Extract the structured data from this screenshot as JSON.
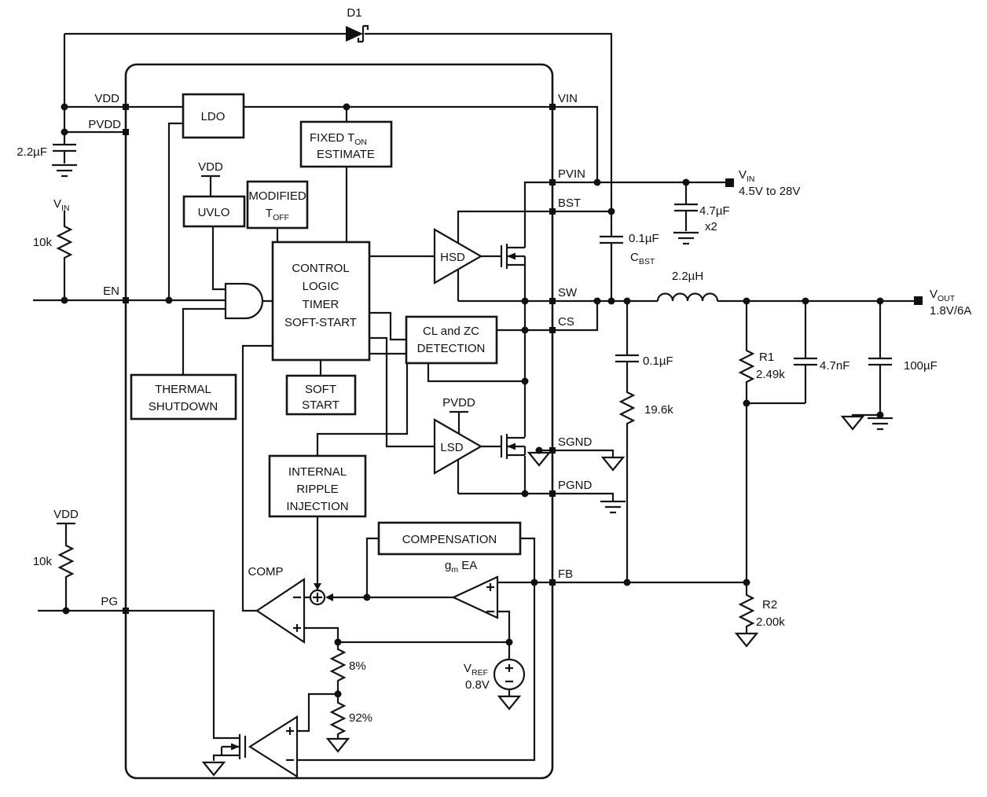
{
  "diagram_type": "power-converter-block-schematic",
  "labels": {
    "d1": "D1",
    "vdd": "VDD",
    "pvdd": "PVDD",
    "en": "EN",
    "pg": "PG",
    "cap_2u2": "2.2µF",
    "r_10k": "10k",
    "vin_main": "V",
    "vin_sub": "IN",
    "vin_range": "4.5V to 28V",
    "vout_main": "V",
    "vout_sub": "OUT",
    "vout_rating": "1.8V/6A",
    "vref_main": "V",
    "vref_sub": "REF",
    "vref_val": "0.8V",
    "ldo": "LDO",
    "uvlo": "UVLO",
    "fixed_ton_main": "FIXED T",
    "fixed_ton_sub": "ON",
    "fixed_ton_line2": "ESTIMATE",
    "mod_line1": "MODIFIED",
    "mod_t": "T",
    "mod_sub": "OFF",
    "control": [
      "CONTROL",
      "LOGIC",
      "TIMER",
      "SOFT-START"
    ],
    "thermal": [
      "THERMAL",
      "SHUTDOWN"
    ],
    "soft": [
      "SOFT",
      "START"
    ],
    "detection": [
      "CL and ZC",
      "DETECTION"
    ],
    "ripple": [
      "INTERNAL",
      "RIPPLE",
      "INJECTION"
    ],
    "compensation": "COMPENSATION",
    "hsd": "HSD",
    "lsd": "LSD",
    "comp": "COMP",
    "gm_main": "g",
    "gm_sub": "m",
    "gm_rest": " EA",
    "pct8": "8%",
    "pct92": "92%",
    "pins_right": [
      "VIN",
      "PVIN",
      "BST",
      "SW",
      "CS",
      "SGND",
      "PGND",
      "FB"
    ],
    "cap_4u7": "4.7µF",
    "x2": "x2",
    "cbst_val": "0.1µF",
    "cbst_main": "C",
    "cbst_sub": "BST",
    "inductor": "2.2µH",
    "cap_0u1": "0.1µF",
    "r_19k6": "19.6k",
    "r1_name": "R1",
    "r1_val": "2.49k",
    "c_4n7": "4.7nF",
    "c_100u": "100µF",
    "r2_name": "R2",
    "r2_val": "2.00k"
  },
  "colors": {
    "line": "#151515",
    "background": "#ffffff"
  }
}
